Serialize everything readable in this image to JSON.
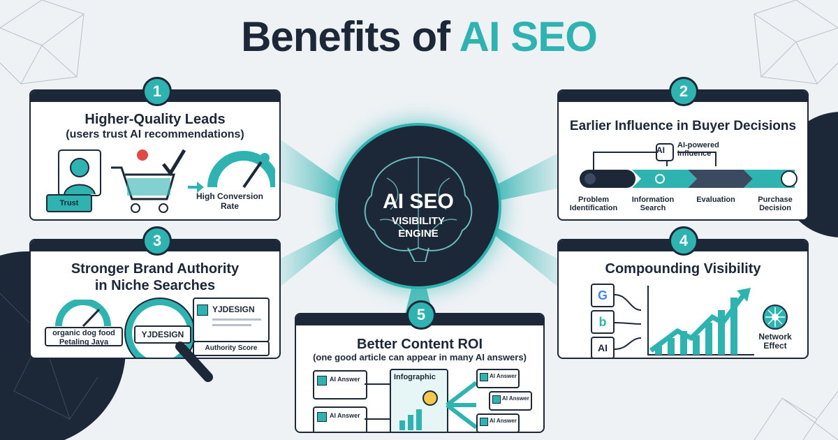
{
  "title": {
    "main": "Benefits of ",
    "accent": "AI SEO"
  },
  "center": {
    "line1": "AI SEO",
    "line2": "VISIBILITY",
    "line3": "ENGINE"
  },
  "cards": [
    {
      "number": "1",
      "title": "Higher-Quality Leads",
      "subtitle": "(users trust AI recommendations)",
      "labels": {
        "trust": "Trust",
        "conversion": "High Conversion Rate"
      }
    },
    {
      "number": "2",
      "title": "Earlier Influence in Buyer Decisions",
      "labels": {
        "ai": "AI",
        "influence": "AI-powered Influence",
        "stages": [
          "Problem Identification",
          "Information Search",
          "Evaluation",
          "Purchase Decision"
        ]
      }
    },
    {
      "number": "3",
      "title": "Stronger Brand Authority",
      "title2": "in Niche Searches",
      "labels": {
        "query1": "organic dog food",
        "query2": "Petaling Jaya",
        "brand": "YJDESIGN",
        "brand_result": "YJDESIGN",
        "authority": "Authority Score"
      }
    },
    {
      "number": "4",
      "title": "Compounding Visibility",
      "labels": {
        "google": "G",
        "bing": "b",
        "ai": "AI",
        "network": "Network Effect"
      }
    },
    {
      "number": "5",
      "title": "Better Content ROI",
      "subtitle": "(one good article can appear in many AI answers)",
      "labels": {
        "answer": "AI Answer",
        "infographic": "Infographic"
      }
    }
  ],
  "colors": {
    "navy": "#1c2738",
    "teal": "#2fb3b0",
    "bg": "#eef2f5"
  }
}
